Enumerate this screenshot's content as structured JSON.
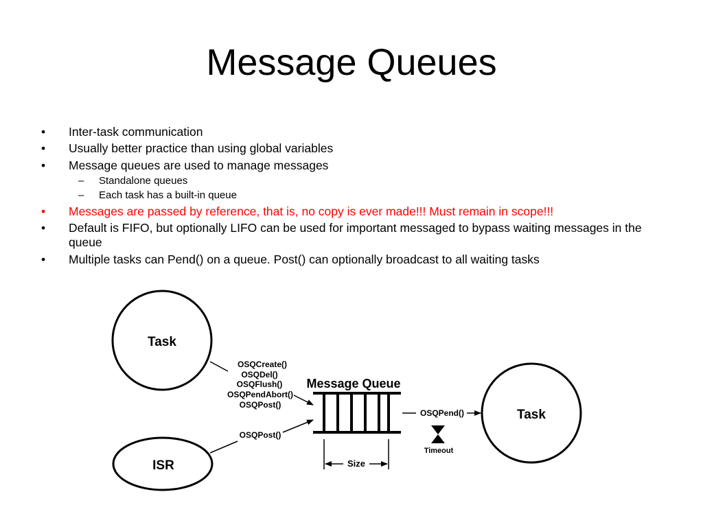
{
  "slide": {
    "title": "Message Queues",
    "bullets": [
      {
        "text": "Inter-task communication"
      },
      {
        "text": "Usually better practice than using global variables"
      },
      {
        "text": "Message queues are used to manage messages"
      },
      {
        "text": "Standalone queues"
      },
      {
        "text": "Each task has a built-in queue"
      },
      {
        "text": "Messages are passed by reference, that is, no copy is ever made!!! Must remain in scope!!!"
      },
      {
        "text": "Default is FIFO, but optionally LIFO can be used for important messaged to bypass waiting messages in the queue"
      },
      {
        "text": "Multiple tasks can Pend() on a queue. Post() can optionally broadcast to all waiting tasks"
      }
    ],
    "bullet_glyph": "•",
    "sub_glyph": "–",
    "highlight_color": "#ff0000"
  },
  "diagram": {
    "task_left": "Task",
    "isr": "ISR",
    "task_right": "Task",
    "queue_title": "Message Queue",
    "task_calls": [
      "OSQCreate()",
      "OSQDel()",
      "OSQFlush()",
      "OSQPendAbort()",
      "OSQPost()"
    ],
    "isr_call": "OSQPost()",
    "pend_call": "OSQPend()",
    "timeout": "Timeout",
    "size": "Size"
  }
}
